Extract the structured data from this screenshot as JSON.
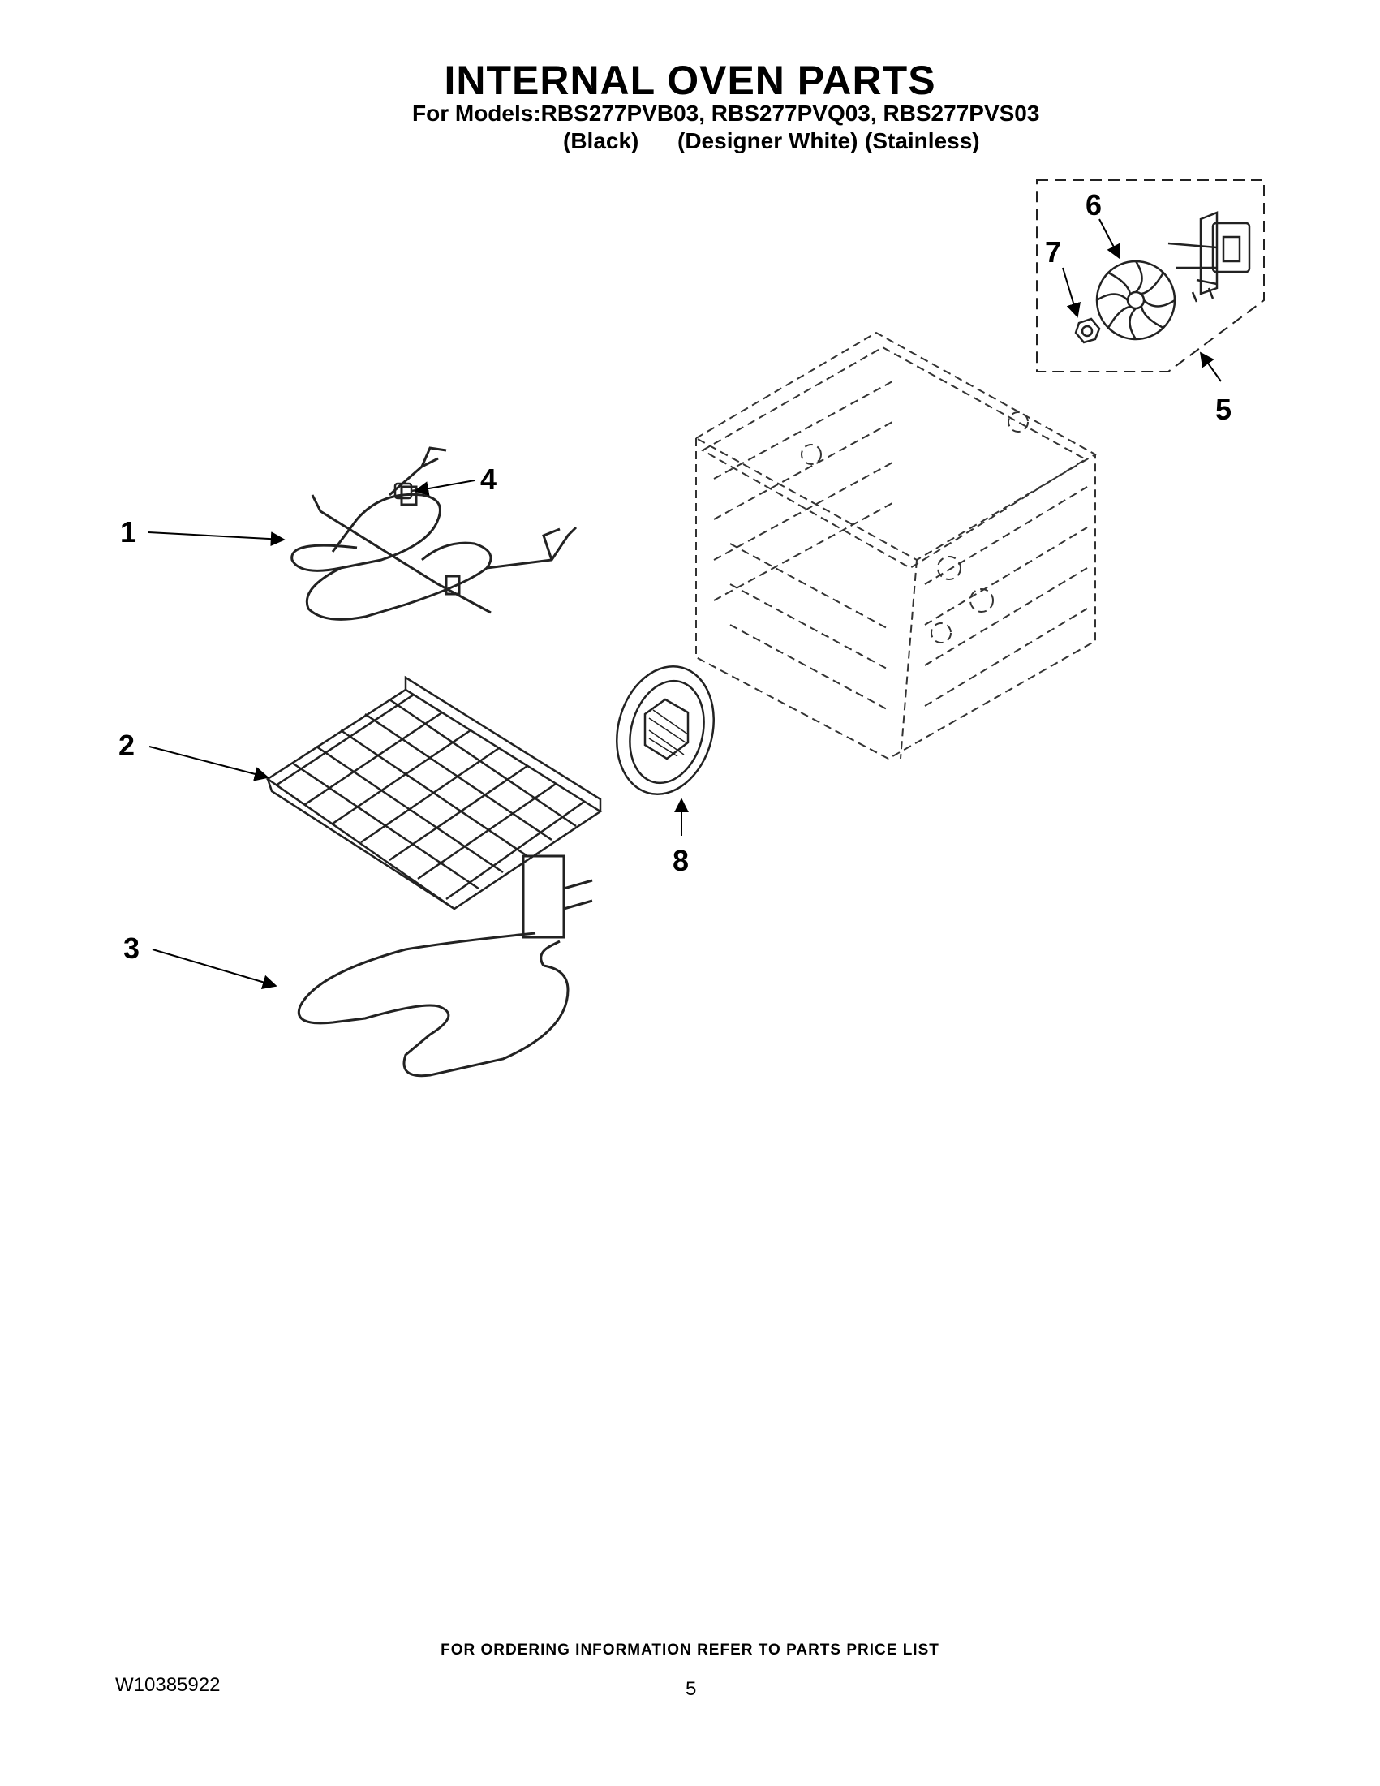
{
  "header": {
    "title": "INTERNAL OVEN PARTS",
    "models": "For Models:RBS277PVB03, RBS277PVQ03, RBS277PVS03",
    "variants": [
      "(Black)",
      "(Designer White)",
      "(Stainless)"
    ]
  },
  "callouts": [
    "1",
    "2",
    "3",
    "4",
    "5",
    "6",
    "7",
    "8"
  ],
  "footer": {
    "ordering": "FOR ORDERING INFORMATION REFER TO PARTS PRICE LIST",
    "doc_number": "W10385922",
    "page_number": "5"
  }
}
